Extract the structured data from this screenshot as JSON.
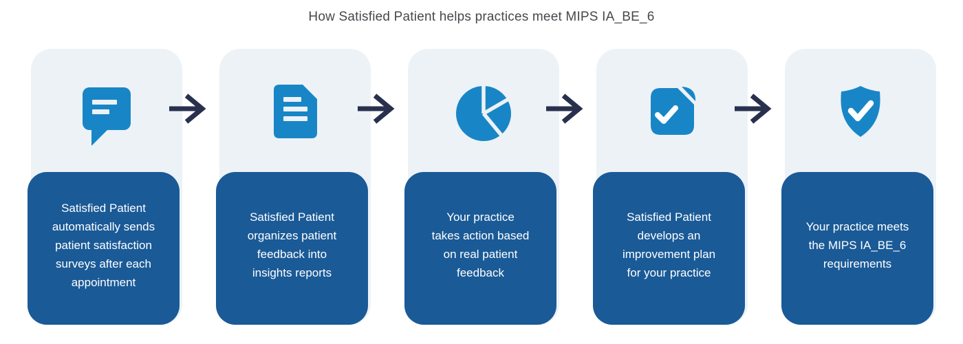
{
  "title": "How Satisfied Patient helps practices meet MIPS IA_BE_6",
  "colors": {
    "icon_blue": "#1886c6",
    "card_dark": "#1a5a97",
    "card_light": "#edf2f7",
    "arrow": "#28304e",
    "title_text": "#45484c",
    "card_text": "#ffffff",
    "background": "#ffffff"
  },
  "steps": [
    {
      "icon": "chat-bubble-icon",
      "lines": [
        "Satisfied Patient",
        "automatically sends",
        "patient satisfaction",
        "surveys after each",
        "appointment"
      ]
    },
    {
      "icon": "document-icon",
      "lines": [
        "Satisfied Patient",
        "organizes patient",
        "feedback into",
        "insights reports"
      ]
    },
    {
      "icon": "pie-chart-icon",
      "lines": [
        "Your practice",
        "takes action based",
        "on real patient",
        "feedback"
      ]
    },
    {
      "icon": "document-check-icon",
      "lines": [
        "Satisfied Patient",
        "develops an",
        "improvement plan",
        "for your practice"
      ]
    },
    {
      "icon": "shield-check-icon",
      "lines": [
        "Your practice meets",
        "the MIPS IA_BE_6",
        "requirements"
      ]
    }
  ],
  "arrow_icon": "right-arrow-icon"
}
